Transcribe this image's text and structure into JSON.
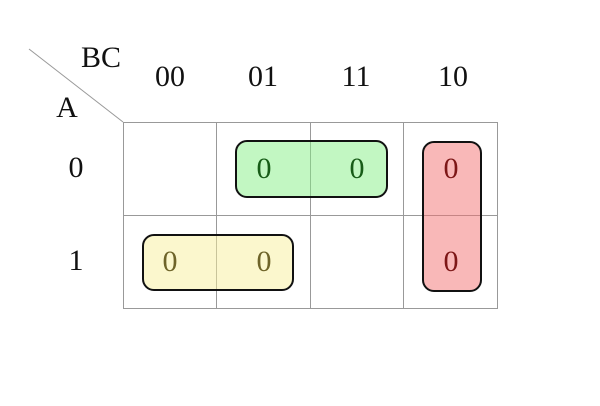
{
  "kmap": {
    "corner": {
      "column_vars": "BC",
      "row_var": "A"
    },
    "column_headers": [
      "00",
      "01",
      "11",
      "10"
    ],
    "row_headers": [
      "0",
      "1"
    ],
    "cells": [
      [
        "",
        "0",
        "0",
        "0"
      ],
      [
        "0",
        "0",
        "",
        "0"
      ]
    ],
    "grid_line_color": "#999999",
    "label_color": "#111111",
    "groups": [
      {
        "name": "green-group",
        "covers": [
          "A=0 BC=01",
          "A=0 BC=11"
        ],
        "fill": "rgba(133,239,133,0.5)",
        "fill_hex_on_white": "#c2f7c2",
        "border": "#111111",
        "text_color": "#175c17"
      },
      {
        "name": "red-group",
        "covers": [
          "A=0 BC=10",
          "A=1 BC=10"
        ],
        "fill": "rgba(243,113,113,0.5)",
        "fill_hex_on_white": "#f9b8b8",
        "border": "#111111",
        "text_color": "#7d1717"
      },
      {
        "name": "yellow-group",
        "covers": [
          "A=1 BC=00",
          "A=1 BC=01"
        ],
        "fill": "rgba(247,239,155,0.5)",
        "fill_hex_on_white": "#fbf7cd",
        "border": "#111111",
        "text_color": "#6e6429"
      }
    ]
  }
}
